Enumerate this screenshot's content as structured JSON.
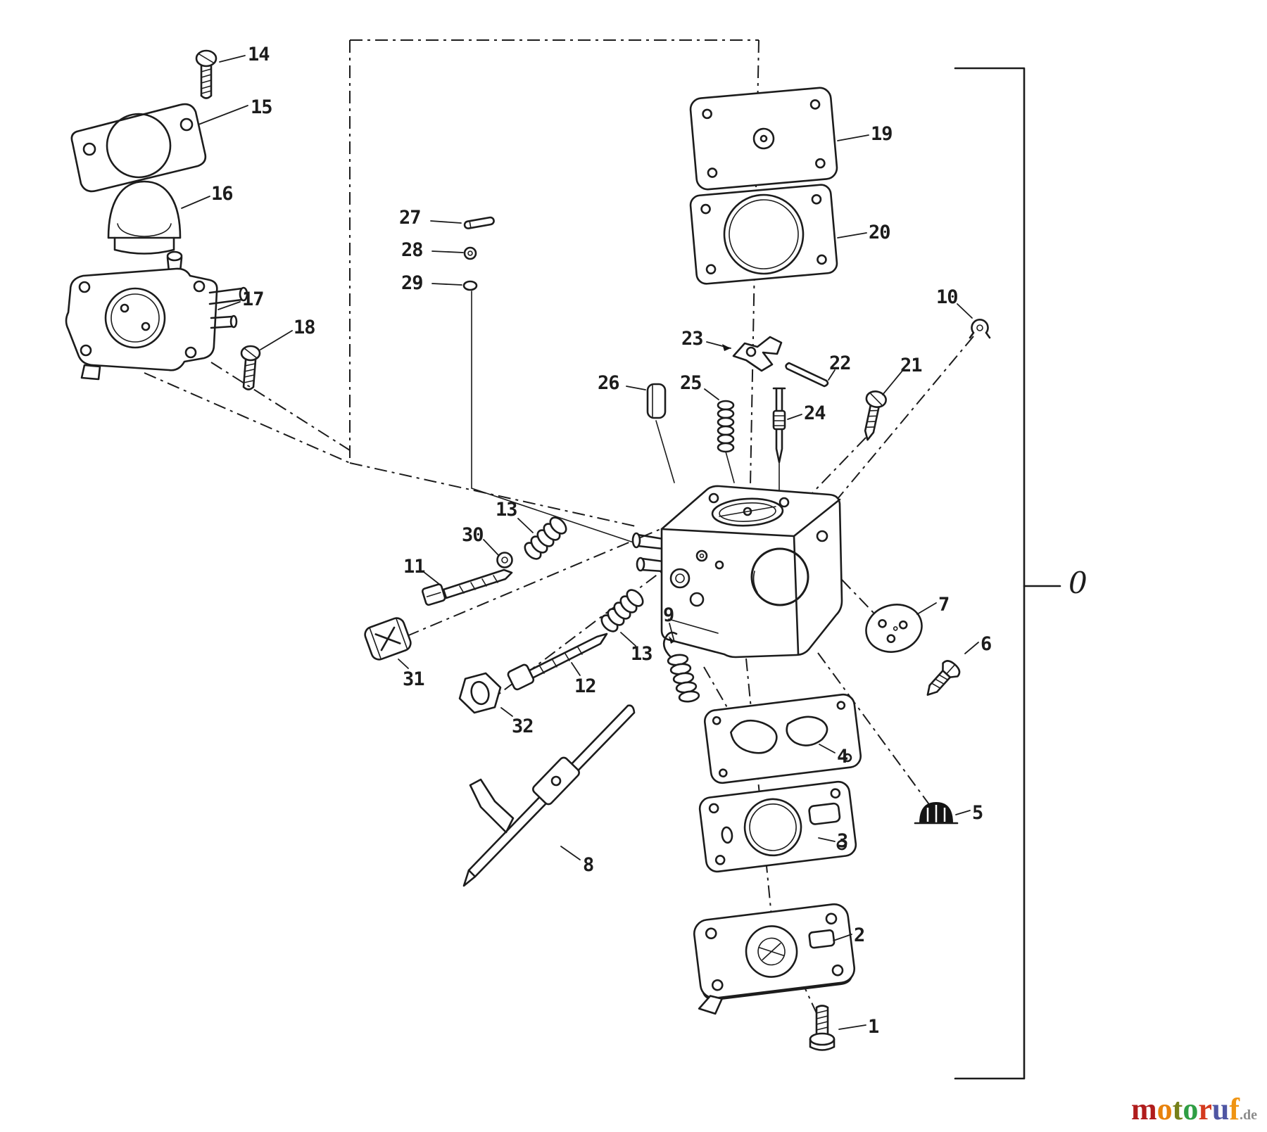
{
  "diagram": {
    "line_color": "#1c1c1c",
    "background": "#ffffff",
    "labels": [
      {
        "part": "14",
        "text": "14"
      },
      {
        "part": "15",
        "text": "15"
      },
      {
        "part": "16",
        "text": "16"
      },
      {
        "part": "17",
        "text": "17"
      },
      {
        "part": "18",
        "text": "18"
      },
      {
        "part": "19",
        "text": "19"
      },
      {
        "part": "20",
        "text": "20"
      },
      {
        "part": "27",
        "text": "27"
      },
      {
        "part": "28",
        "text": "28"
      },
      {
        "part": "29",
        "text": "29"
      },
      {
        "part": "23",
        "text": "23"
      },
      {
        "part": "22",
        "text": "22"
      },
      {
        "part": "26",
        "text": "26"
      },
      {
        "part": "25",
        "text": "25"
      },
      {
        "part": "24",
        "text": "24"
      },
      {
        "part": "21",
        "text": "21"
      },
      {
        "part": "10",
        "text": "10"
      },
      {
        "part": "13",
        "text": "13"
      },
      {
        "part": "30",
        "text": "30"
      },
      {
        "part": "11",
        "text": "11"
      },
      {
        "part": "31",
        "text": "31"
      },
      {
        "part": "12",
        "text": "12"
      },
      {
        "part": "32",
        "text": "32"
      },
      {
        "part": "13",
        "text": "13"
      },
      {
        "part": "9",
        "text": "9"
      },
      {
        "part": "8",
        "text": "8"
      },
      {
        "part": "7",
        "text": "7"
      },
      {
        "part": "6",
        "text": "6"
      },
      {
        "part": "5",
        "text": "5"
      },
      {
        "part": "4",
        "text": "4"
      },
      {
        "part": "3",
        "text": "3"
      },
      {
        "part": "2",
        "text": "2"
      },
      {
        "part": "1",
        "text": "1"
      },
      {
        "part": "0",
        "text": "0"
      }
    ]
  },
  "logo": {
    "word": "motoruf",
    "suffix": ".de",
    "letter_colors": [
      "#b01c1c",
      "#e8820c",
      "#76801a",
      "#2f9e44",
      "#d43a1e",
      "#4f56a3",
      "#ef9412"
    ],
    "suffix_color": "#8c8c8c"
  }
}
